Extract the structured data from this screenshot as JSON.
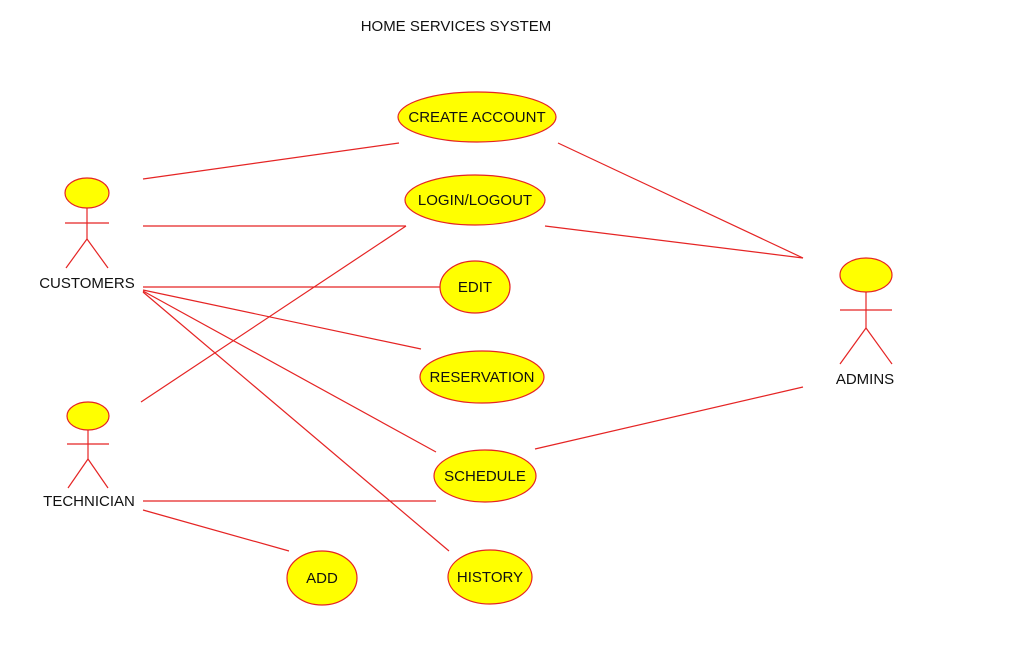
{
  "title": "HOME SERVICES SYSTEM",
  "colors": {
    "line": "#e52424",
    "fill": "#ffff00",
    "text": "#111111"
  },
  "actors": [
    {
      "id": "customers",
      "label": "CUSTOMERS"
    },
    {
      "id": "technician",
      "label": "TECHNICIAN"
    },
    {
      "id": "admins",
      "label": "ADMINS"
    }
  ],
  "use_cases": [
    {
      "id": "create-account",
      "label": "CREATE ACCOUNT"
    },
    {
      "id": "login-logout",
      "label": "LOGIN/LOGOUT"
    },
    {
      "id": "edit",
      "label": "EDIT"
    },
    {
      "id": "reservation",
      "label": "RESERVATION"
    },
    {
      "id": "schedule",
      "label": "SCHEDULE"
    },
    {
      "id": "history",
      "label": "HISTORY"
    },
    {
      "id": "add",
      "label": "ADD"
    }
  ],
  "associations": [
    {
      "from": "customers",
      "to": "create-account"
    },
    {
      "from": "customers",
      "to": "login-logout"
    },
    {
      "from": "customers",
      "to": "edit"
    },
    {
      "from": "customers",
      "to": "reservation"
    },
    {
      "from": "customers",
      "to": "schedule"
    },
    {
      "from": "customers",
      "to": "history"
    },
    {
      "from": "technician",
      "to": "login-logout"
    },
    {
      "from": "technician",
      "to": "schedule"
    },
    {
      "from": "technician",
      "to": "add"
    },
    {
      "from": "admins",
      "to": "create-account"
    },
    {
      "from": "admins",
      "to": "login-logout"
    },
    {
      "from": "admins",
      "to": "schedule"
    }
  ]
}
